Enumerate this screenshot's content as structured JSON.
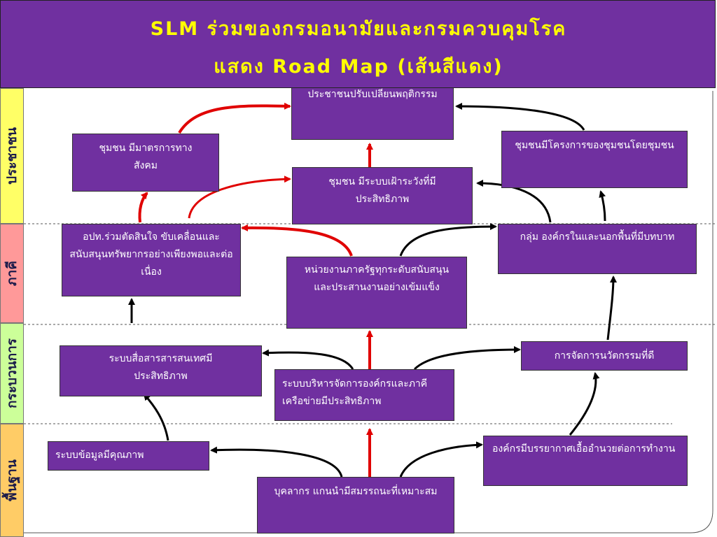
{
  "title": {
    "line1": "SLM ร่วมของกรมอนามัยและกรมควบคุมโรค",
    "line2": "แสดง Road Map (เส้นสีแดง)"
  },
  "bands": {
    "people": "ประชาชน",
    "partners": "ภาคี",
    "process": "กระบวนการ",
    "foundation": "พื้นฐาน"
  },
  "boxes": {
    "b1": "ประชาชนปรับเปลี่ยนพฤติกรรม",
    "b2": "ชุมชน มีมาตรการทางสังคม",
    "b3": "ชุมชนมีโครงการของชุมชนโดยชุมชน",
    "b4": "ชุมชน มีระบบเฝ้าระวังที่มีประสิทธิภาพ",
    "b5": "อปท.ร่วมตัดสินใจ ขับเคลื่อนและสนับสนุนทรัพยากรอย่างเพียงพอและต่อเนื่อง",
    "b6": "กลุ่ม องค์กรในและนอกพื้นที่มีบทบาท",
    "b7": "หน่วยงานภาครัฐทุกระดับสนับสนุนและประสานงานอย่างเข้มแข็ง",
    "b8": "ระบบสื่อสารสารสนเทศมีประสิทธิภาพ",
    "b9": "การจัดการนวัตกรรมที่ดี",
    "b10": "ระบบบริหารจัดการองค์กรและภาคีเครือข่ายมีประสิทธิภาพ",
    "b11": "ระบบข้อมูลมีคุณภาพ",
    "b12": "องค์กรมีบรรยากาศเอื้ออำนวยต่อการทำงาน",
    "b13": "บุคลากร แกนนำมีสมรรถนะที่เหมาะสม"
  },
  "colors": {
    "header_bg": "#7030a0",
    "title_text": "#ffff00",
    "box_bg": "#7030a0",
    "road_map": "#e00000",
    "connector": "#000000",
    "band_people": "#ffff66",
    "band_partners": "#ff9999",
    "band_process": "#ccff99",
    "band_foundation": "#ffcc66"
  }
}
